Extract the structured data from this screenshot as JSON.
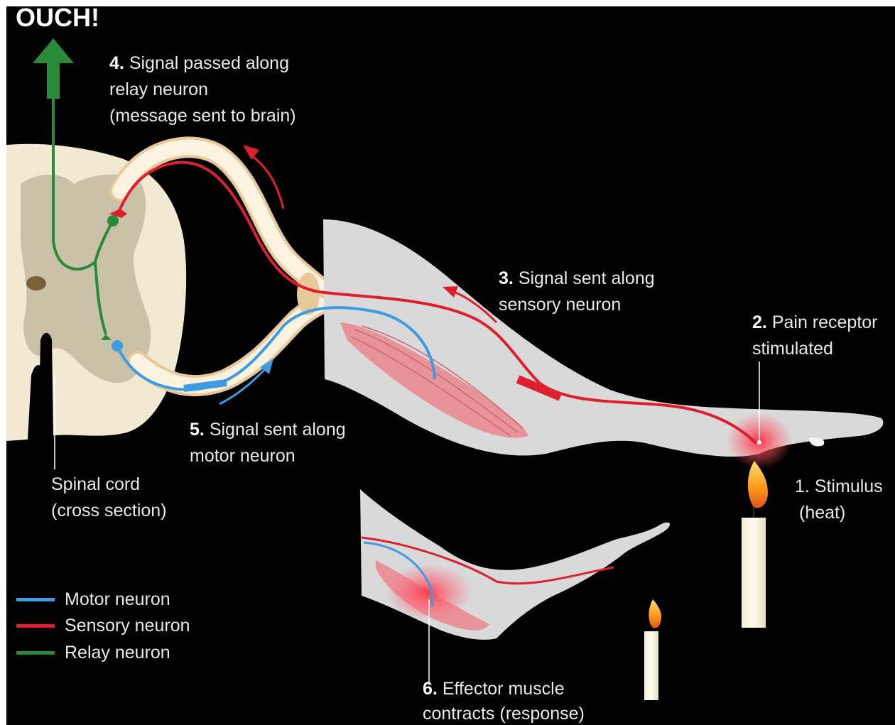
{
  "title": "OUCH!",
  "colors": {
    "motor": "#3d9be0",
    "sensory": "#dd1f2f",
    "relay": "#2b8a3a",
    "background": "#000000"
  },
  "steps": {
    "step1": {
      "num": "1.",
      "text": "Stimulus",
      "text2": "(heat)"
    },
    "step2": {
      "num": "2.",
      "text": "Pain receptor",
      "text2": "stimulated"
    },
    "step3": {
      "num": "3.",
      "text": "Signal sent along",
      "text2": "sensory neuron"
    },
    "step4": {
      "num": "4.",
      "text": "Signal passed along",
      "text2": "relay neuron",
      "text3": "(message sent to brain)"
    },
    "step5": {
      "num": "5.",
      "text": "Signal sent along",
      "text2": "motor neuron"
    },
    "step6": {
      "num": "6.",
      "text": "Effector muscle",
      "text2": "contracts (response)"
    }
  },
  "spinal_cord": {
    "line1": "Spinal cord",
    "line2": "(cross section)"
  },
  "legend": [
    {
      "label": "Motor neuron",
      "color": "#3d9be0"
    },
    {
      "label": "Sensory neuron",
      "color": "#dd1f2f"
    },
    {
      "label": "Relay neuron",
      "color": "#2b8a3a"
    }
  ]
}
